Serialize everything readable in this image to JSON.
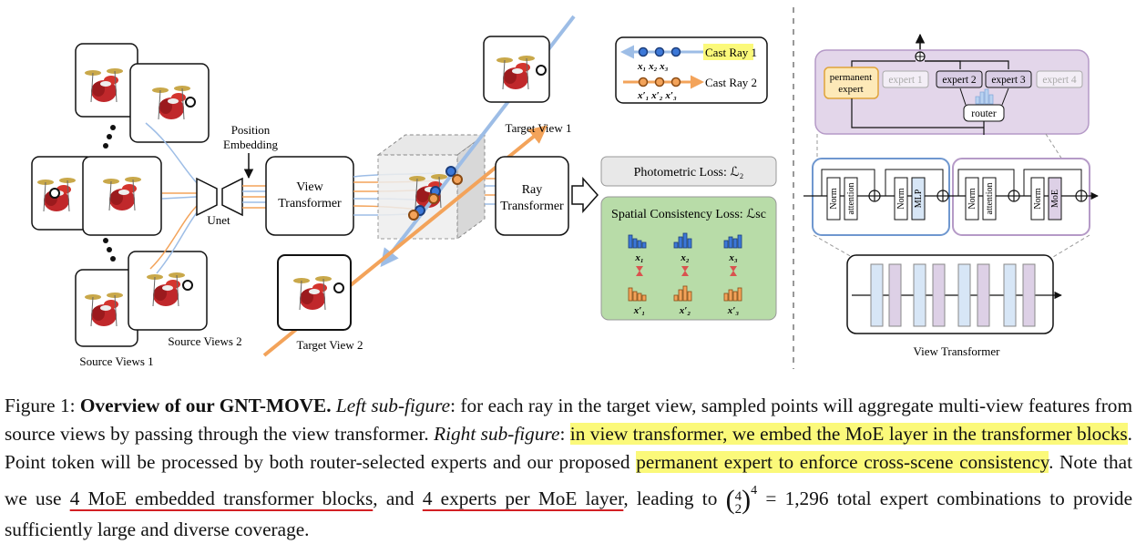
{
  "figure": {
    "labels": {
      "position_embedding": "Position\nEmbedding",
      "unet": "Unet",
      "view_transformer_block": "View\nTransformer",
      "ray_transformer_block": "Ray\nTransformer",
      "target_view_1": "Target View 1",
      "target_view_2": "Target View 2",
      "source_views_1": "Source Views 1",
      "source_views_2": "Source Views 2",
      "photometric_loss": "Photometric Loss: ℒ₂",
      "spatial_loss": "Spatial Consistency Loss: ℒsc",
      "view_transformer_caption": "View Transformer",
      "permanent_expert": "permanent\nexpert",
      "router": "router",
      "norm": "Norm",
      "attention": "attention",
      "mlp": "MLP",
      "moe": "MoE"
    },
    "legend": {
      "cast_ray_1": "Cast Ray 1",
      "cast_ray_2": "Cast Ray 2",
      "points_1": "x₁ x₂ x₃",
      "points_2": "x′₁ x′₂ x′₃"
    },
    "experts": [
      "expert 1",
      "expert 2",
      "expert 3",
      "expert 4"
    ],
    "spatial_points_top": [
      "x₁",
      "x₂",
      "x₃"
    ],
    "spatial_points_bottom": [
      "x′₁",
      "x′₂",
      "x′₃"
    ],
    "colors": {
      "ray1": "#9dbde6",
      "ray2": "#f3a35a",
      "green_panel": "#b8dca8",
      "moe_panel": "#e3d6ea",
      "blue_block": "#d7e6f6",
      "purple_block": "#ddd0e6",
      "highlight": "#fbf97a",
      "underline": "#d21f24"
    }
  },
  "caption": {
    "fig_label": "Figure 1:",
    "title": "Overview of our GNT-MOVE.",
    "left_label": "Left sub-figure",
    "s1": ": for each ray in the target view, sampled points will aggregate multi-view features from source views by passing through the view transformer.",
    "right_label": "Right sub-figure",
    "s2": ":",
    "h1": "in view transformer, we embed the MoE layer in the transformer blocks",
    "s3": ". Point token will be processed by both router-selected experts and our proposed",
    "h2": "permanent expert to enforce cross-scene consistency",
    "s4": ". Note that we use",
    "u1": "4 MoE embedded transformer blocks",
    "s5": ", and",
    "u2": "4 experts per MoE layer",
    "s6": ", leading to",
    "binom_top": "4",
    "binom_bottom": "2",
    "power": "4",
    "s7": "= 1,296 total expert combinations to provide sufficiently large and diverse coverage."
  }
}
